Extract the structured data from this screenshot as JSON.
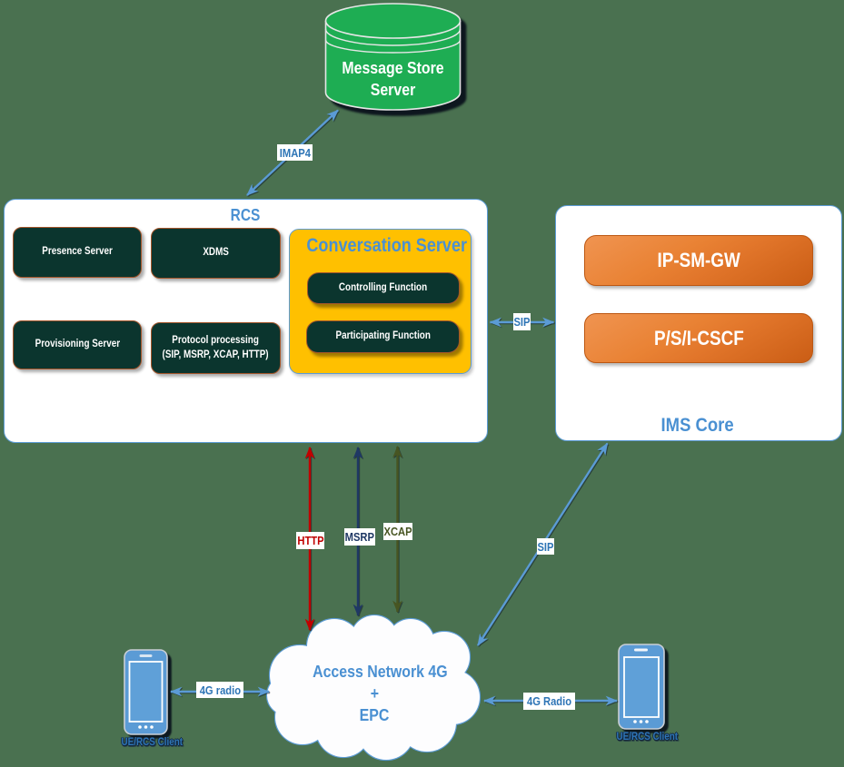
{
  "colors": {
    "background": "#4A7150",
    "accent_blue": "#5B9BD5",
    "title_blue": "#4A90D2",
    "label_blue": "#2E75B6",
    "dark_teal": "#0B352E",
    "teal_border": "#A4552A",
    "gold": "#FFC000",
    "orange_mid": "#DD7124",
    "red": "#C00000",
    "navy": "#1F3864",
    "olive": "#475522",
    "cylinder_green": "#1EAD53",
    "phone_blue": "#5B9BD5"
  },
  "cylinder": {
    "label": "Message Store Server"
  },
  "rcs": {
    "title": "RCS",
    "presence": "Presence Server",
    "xdms": "XDMS",
    "provisioning": "Provisioning Server",
    "protocol_line1": "Protocol processing",
    "protocol_line2": "(SIP, MSRP, XCAP, HTTP)",
    "conversation": {
      "title": "Conversation Server",
      "controlling": "Controlling Function",
      "participating": "Participating Function"
    }
  },
  "ims": {
    "title": "IMS Core",
    "ip_sm_gw": "IP-SM-GW",
    "cscf": "P/S/I-CSCF"
  },
  "cloud": {
    "line1": "Access Network 4G",
    "line2": "+",
    "line3": "EPC"
  },
  "links": {
    "imap4": "IMAP4",
    "sip_core": "SIP",
    "http": "HTTP",
    "msrp": "MSRP",
    "xcap": "XCAP",
    "sip_access": "SIP",
    "radio_left": "4G radio",
    "radio_right": "4G Radio"
  },
  "clients": {
    "left": "UE/RCS Client",
    "right": "UE/RCS Client"
  }
}
